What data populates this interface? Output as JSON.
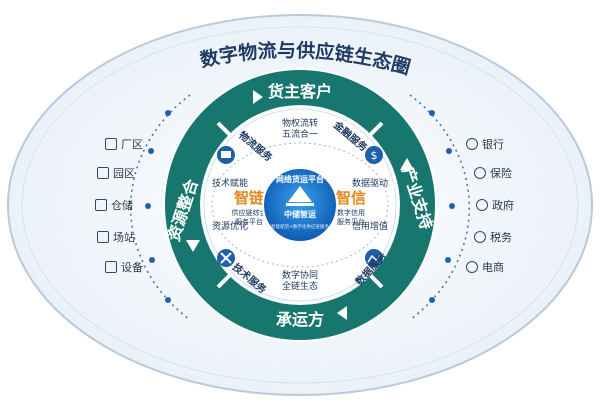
{
  "title": "数字物流与供应链生态圈",
  "ring": {
    "top": "货主客户",
    "bottom": "承运方",
    "left": "资源整合",
    "right": "产业支持"
  },
  "left_items": [
    "厂区",
    "园区",
    "仓储",
    "场站",
    "设备"
  ],
  "right_items": [
    "银行",
    "保险",
    "政府",
    "税务",
    "电商"
  ],
  "services": {
    "logistics": "物流服务",
    "finance": "金融服务",
    "tech": "技术服务",
    "data": "数据服务"
  },
  "labels": {
    "top_center_1": "物权流转",
    "top_center_2": "五流合一",
    "bottom_center_1": "数字协同",
    "bottom_center_2": "全链生态",
    "tech_empower": "技术赋能",
    "resource_opt": "资源优化",
    "data_driven": "数据驱动",
    "credit_add": "信用增值"
  },
  "zhilian": {
    "title": "智链",
    "sub1": "供应链综合",
    "sub2": "服务平台"
  },
  "zhixin": {
    "title": "智信",
    "sub1": "数字信用",
    "sub2": "服务平台"
  },
  "center": {
    "platform": "网络货运平台",
    "brand": "中储智运",
    "slogan": "智能配货+数字化供应链服务"
  },
  "colors": {
    "teal": "#17766e",
    "teal_dark": "#0f5e57",
    "navy": "#1f3b63",
    "orange": "#e58a1f",
    "center_blue": "#1a73c9"
  }
}
